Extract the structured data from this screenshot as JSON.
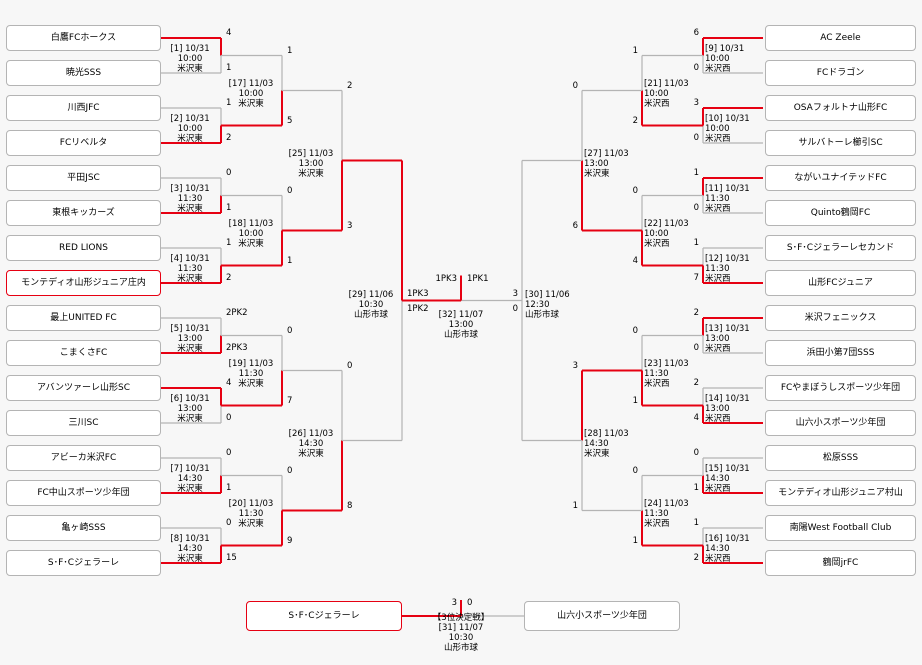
{
  "colors": {
    "win": "#e60012",
    "lose": "#b4b4b4",
    "box_border": "#b4b4b4",
    "background": "#f7f7f7"
  },
  "left_teams": [
    {
      "name": "白鷹FCホークス",
      "win": false
    },
    {
      "name": "暁光SSS",
      "win": false
    },
    {
      "name": "川西JFC",
      "win": false
    },
    {
      "name": "FCリベルタ",
      "win": false
    },
    {
      "name": "平田JSC",
      "win": false
    },
    {
      "name": "東根キッカーズ",
      "win": false
    },
    {
      "name": "RED LIONS",
      "win": false
    },
    {
      "name": "モンテディオ山形ジュニア庄内",
      "win": true
    },
    {
      "name": "最上UNITED FC",
      "win": false
    },
    {
      "name": "こまくさFC",
      "win": false
    },
    {
      "name": "アバンツァーレ山形SC",
      "win": false
    },
    {
      "name": "三川SC",
      "win": false
    },
    {
      "name": "アビーカ米沢FC",
      "win": false
    },
    {
      "name": "FC中山スポーツ少年団",
      "win": false
    },
    {
      "name": "亀ヶ崎SSS",
      "win": false
    },
    {
      "name": "S･F･Cジェラーレ",
      "win": false
    }
  ],
  "right_teams": [
    {
      "name": "AC Zeele",
      "win": false
    },
    {
      "name": "FCドラゴン",
      "win": false
    },
    {
      "name": "OSAフォルトナ山形FC",
      "win": false
    },
    {
      "name": "サルバトーレ櫛引SC",
      "win": false
    },
    {
      "name": "ながいユナイテッドFC",
      "win": false
    },
    {
      "name": "Quinto鶴岡FC",
      "win": false
    },
    {
      "name": "S･F･Cジェラーレセカンド",
      "win": false
    },
    {
      "name": "山形FCジュニア",
      "win": false
    },
    {
      "name": "米沢フェニックス",
      "win": false
    },
    {
      "name": "浜田小第7団SSS",
      "win": false
    },
    {
      "name": "FCやまぼうしスポーツ少年団",
      "win": false
    },
    {
      "name": "山六小スポーツ少年団",
      "win": false
    },
    {
      "name": "松原SSS",
      "win": false
    },
    {
      "name": "モンテディオ山形ジュニア村山",
      "win": false
    },
    {
      "name": "南陽West Football Club",
      "win": false
    },
    {
      "name": "鶴岡jrFC",
      "win": false
    }
  ],
  "left_r1": [
    {
      "id": "[1]",
      "date": "10/31",
      "time": "10:00",
      "venue": "米沢東",
      "top": "4",
      "bottom": "1",
      "winner": "top"
    },
    {
      "id": "[2]",
      "date": "10/31",
      "time": "10:00",
      "venue": "米沢東",
      "top": "1",
      "bottom": "2",
      "winner": "bottom"
    },
    {
      "id": "[3]",
      "date": "10/31",
      "time": "11:30",
      "venue": "米沢東",
      "top": "0",
      "bottom": "1",
      "winner": "bottom"
    },
    {
      "id": "[4]",
      "date": "10/31",
      "time": "11:30",
      "venue": "米沢東",
      "top": "1",
      "bottom": "2",
      "winner": "bottom"
    },
    {
      "id": "[5]",
      "date": "10/31",
      "time": "13:00",
      "venue": "米沢東",
      "top": "2PK2",
      "bottom": "2PK3",
      "winner": "bottom"
    },
    {
      "id": "[6]",
      "date": "10/31",
      "time": "13:00",
      "venue": "米沢東",
      "top": "4",
      "bottom": "0",
      "winner": "top"
    },
    {
      "id": "[7]",
      "date": "10/31",
      "time": "14:30",
      "venue": "米沢東",
      "top": "0",
      "bottom": "1",
      "winner": "bottom"
    },
    {
      "id": "[8]",
      "date": "10/31",
      "time": "14:30",
      "venue": "米沢東",
      "top": "0",
      "bottom": "15",
      "winner": "bottom"
    }
  ],
  "left_r2": [
    {
      "id": "[17]",
      "date": "11/03",
      "time": "10:00",
      "venue": "米沢東",
      "top": "1",
      "bottom": "5",
      "winner": "bottom"
    },
    {
      "id": "[18]",
      "date": "11/03",
      "time": "10:00",
      "venue": "米沢東",
      "top": "0",
      "bottom": "1",
      "winner": "bottom"
    },
    {
      "id": "[19]",
      "date": "11/03",
      "time": "11:30",
      "venue": "米沢東",
      "top": "0",
      "bottom": "7",
      "winner": "bottom"
    },
    {
      "id": "[20]",
      "date": "11/03",
      "time": "11:30",
      "venue": "米沢東",
      "top": "0",
      "bottom": "9",
      "winner": "bottom"
    }
  ],
  "left_r3": [
    {
      "id": "[25]",
      "date": "11/03",
      "time": "13:00",
      "venue": "米沢東",
      "top": "2",
      "bottom": "3",
      "winner": "bottom"
    },
    {
      "id": "[26]",
      "date": "11/03",
      "time": "14:30",
      "venue": "米沢東",
      "top": "0",
      "bottom": "8",
      "winner": "bottom"
    }
  ],
  "right_r1": [
    {
      "id": "[9]",
      "date": "10/31",
      "time": "10:00",
      "venue": "米沢西",
      "top": "6",
      "bottom": "0",
      "winner": "top"
    },
    {
      "id": "[10]",
      "date": "10/31",
      "time": "10:00",
      "venue": "米沢西",
      "top": "3",
      "bottom": "0",
      "winner": "top"
    },
    {
      "id": "[11]",
      "date": "10/31",
      "time": "11:30",
      "venue": "米沢西",
      "top": "1",
      "bottom": "0",
      "winner": "top"
    },
    {
      "id": "[12]",
      "date": "10/31",
      "time": "11:30",
      "venue": "米沢西",
      "top": "1",
      "bottom": "7",
      "winner": "bottom"
    },
    {
      "id": "[13]",
      "date": "10/31",
      "time": "13:00",
      "venue": "米沢西",
      "top": "2",
      "bottom": "0",
      "winner": "top"
    },
    {
      "id": "[14]",
      "date": "10/31",
      "time": "13:00",
      "venue": "米沢西",
      "top": "2",
      "bottom": "4",
      "winner": "bottom"
    },
    {
      "id": "[15]",
      "date": "10/31",
      "time": "14:30",
      "venue": "米沢西",
      "top": "0",
      "bottom": "1",
      "winner": "bottom"
    },
    {
      "id": "[16]",
      "date": "10/31",
      "time": "14:30",
      "venue": "米沢西",
      "top": "1",
      "bottom": "2",
      "winner": "bottom"
    }
  ],
  "right_r2": [
    {
      "id": "[21]",
      "date": "11/03",
      "time": "10:00",
      "venue": "米沢西",
      "top": "1",
      "bottom": "2",
      "winner": "bottom"
    },
    {
      "id": "[22]",
      "date": "11/03",
      "time": "10:00",
      "venue": "米沢西",
      "top": "0",
      "bottom": "4",
      "winner": "bottom"
    },
    {
      "id": "[23]",
      "date": "11/03",
      "time": "11:30",
      "venue": "米沢西",
      "top": "0",
      "bottom": "1",
      "winner": "bottom"
    },
    {
      "id": "[24]",
      "date": "11/03",
      "time": "11:30",
      "venue": "米沢西",
      "top": "0",
      "bottom": "1",
      "winner": "bottom"
    }
  ],
  "right_r3": [
    {
      "id": "[27]",
      "date": "11/03",
      "time": "13:00",
      "venue": "米沢東",
      "top": "0",
      "bottom": "6",
      "winner": "bottom"
    },
    {
      "id": "[28]",
      "date": "11/03",
      "time": "14:30",
      "venue": "米沢東",
      "top": "3",
      "bottom": "1",
      "winner": "top"
    }
  ],
  "semis": [
    {
      "id": "[29]",
      "date": "11/06",
      "time": "10:30",
      "venue": "山形市球",
      "top": "1PK3",
      "bottom": "1PK2",
      "winner": "top"
    },
    {
      "id": "[30]",
      "date": "11/06",
      "time": "12:30",
      "venue": "山形市球",
      "top": "3",
      "bottom": "0",
      "winner": "none"
    }
  ],
  "final": {
    "id": "[32]",
    "date": "11/07",
    "time": "13:00",
    "venue": "山形市球",
    "left": "1PK3",
    "right": "1PK1"
  },
  "third": {
    "label": "【3位決定戦】",
    "id": "[31]",
    "date": "11/07",
    "time": "10:30",
    "venue": "山形市球",
    "left_team": "S･F･Cジェラーレ",
    "right_team": "山六小スポーツ少年団",
    "left_score": "3",
    "right_score": "0",
    "winner": "left"
  }
}
